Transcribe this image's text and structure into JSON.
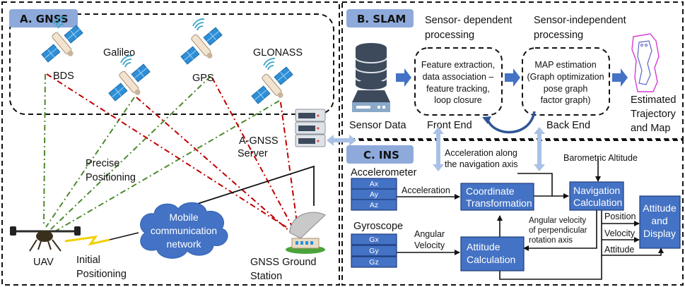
{
  "sections": {
    "gnss": {
      "badge": "A. GNSS",
      "satellites": [
        "BDS",
        "Galileo",
        "GPS",
        "GLONASS"
      ],
      "server_label_1": "A-GNSS",
      "server_label_2": "Server",
      "precise_1": "Precise",
      "precise_2": "Positioning",
      "uav": "UAV",
      "initial_1": "Initial",
      "initial_2": "Positioning",
      "cloud_1": "Mobile",
      "cloud_2": "communication",
      "cloud_3": "network",
      "station_1": "GNSS Ground",
      "station_2": "Station"
    },
    "slam": {
      "badge": "B. SLAM",
      "dep_1": "Sensor- dependent",
      "dep_2": "processing",
      "indep_1": "Sensor-independent",
      "indep_2": "processing",
      "sensor_data": "Sensor Data",
      "front_box": [
        "Feature extraction,",
        "data association –",
        "feature tracking,",
        "loop closure"
      ],
      "back_box": [
        "MAP estimation",
        "(Graph optimization",
        "pose graph",
        "factor graph)"
      ],
      "front_end": "Front End",
      "back_end": "Back End",
      "est_1": "Estimated",
      "est_2": "Trajectory",
      "est_3": "and Map"
    },
    "ins": {
      "badge": "C. INS",
      "accelerometer": "Accelerometer",
      "acc_cells": [
        "Ax",
        "Ay",
        "Az"
      ],
      "gyroscope": "Gyroscope",
      "gyro_cells": [
        "Gx",
        "Gy",
        "Gz"
      ],
      "acceleration": "Acceleration",
      "angular_1": "Angular",
      "angular_2": "Velocity",
      "coord_1": "Coordinate",
      "coord_2": "Transformation",
      "att_calc_1": "Attitude",
      "att_calc_2": "Calculation",
      "acc_nav_1": "Acceleration along",
      "acc_nav_2": "the navigation axis",
      "baro": "Barometric Altitude",
      "nav_1": "Navigation",
      "nav_2": "Calculation",
      "ang_perp_1": "Angular velocity",
      "ang_perp_2": "of perpendicular",
      "ang_perp_3": "rotation axis",
      "position": "Position",
      "velocity": "Velocity",
      "attitude": "Attitude",
      "disp_1": "Attitude",
      "disp_2": "and",
      "disp_3": "Display"
    }
  },
  "colors": {
    "badge": "#8eaadb",
    "box": "#4472c4",
    "green_link": "#4e8a2e",
    "red_link": "#c00000",
    "arrow_light": "#a9c1e6",
    "arrow_dark": "#4472c4"
  }
}
